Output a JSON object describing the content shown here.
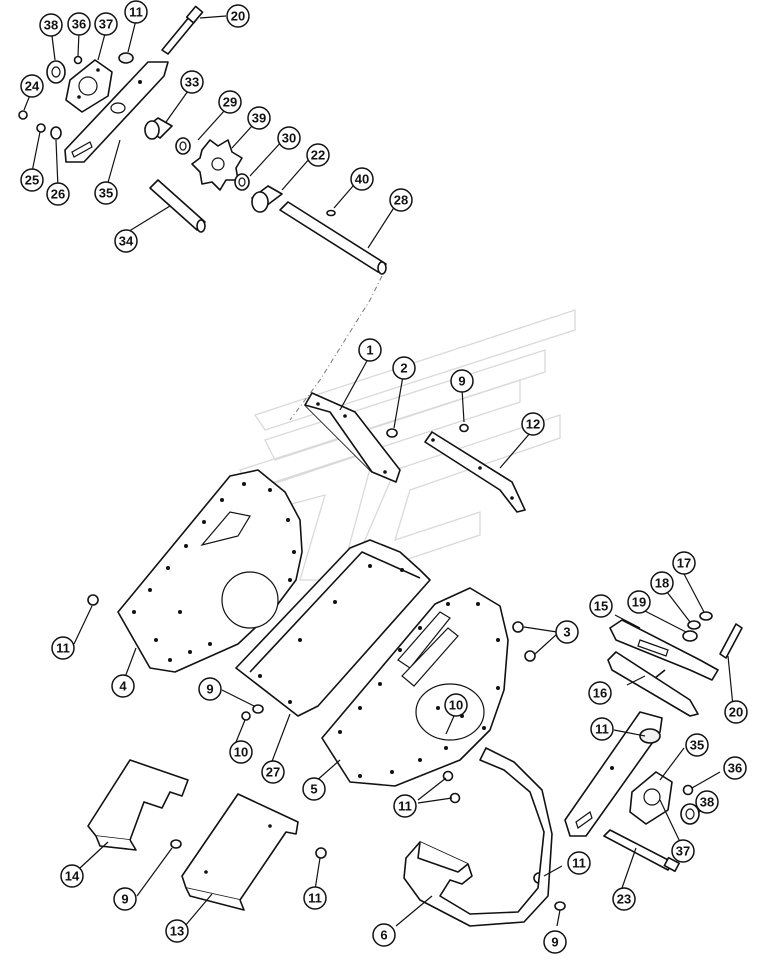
{
  "callouts": [
    {
      "label": "38"
    },
    {
      "label": "36"
    },
    {
      "label": "37"
    },
    {
      "label": "11"
    },
    {
      "label": "20"
    },
    {
      "label": "24"
    },
    {
      "label": "25"
    },
    {
      "label": "26"
    },
    {
      "label": "35"
    },
    {
      "label": "33"
    },
    {
      "label": "29"
    },
    {
      "label": "39"
    },
    {
      "label": "30"
    },
    {
      "label": "22"
    },
    {
      "label": "40"
    },
    {
      "label": "28"
    },
    {
      "label": "34"
    },
    {
      "label": "1"
    },
    {
      "label": "2"
    },
    {
      "label": "9"
    },
    {
      "label": "12"
    },
    {
      "label": "11"
    },
    {
      "label": "4"
    },
    {
      "label": "9"
    },
    {
      "label": "10"
    },
    {
      "label": "27"
    },
    {
      "label": "10"
    },
    {
      "label": "5"
    },
    {
      "label": "3"
    },
    {
      "label": "17"
    },
    {
      "label": "18"
    },
    {
      "label": "19"
    },
    {
      "label": "15"
    },
    {
      "label": "16"
    },
    {
      "label": "20"
    },
    {
      "label": "11"
    },
    {
      "label": "35"
    },
    {
      "label": "36"
    },
    {
      "label": "38"
    },
    {
      "label": "37"
    },
    {
      "label": "11"
    },
    {
      "label": "14"
    },
    {
      "label": "9"
    },
    {
      "label": "13"
    },
    {
      "label": "11"
    },
    {
      "label": "6"
    },
    {
      "label": "11"
    },
    {
      "label": "23"
    },
    {
      "label": "9"
    }
  ]
}
